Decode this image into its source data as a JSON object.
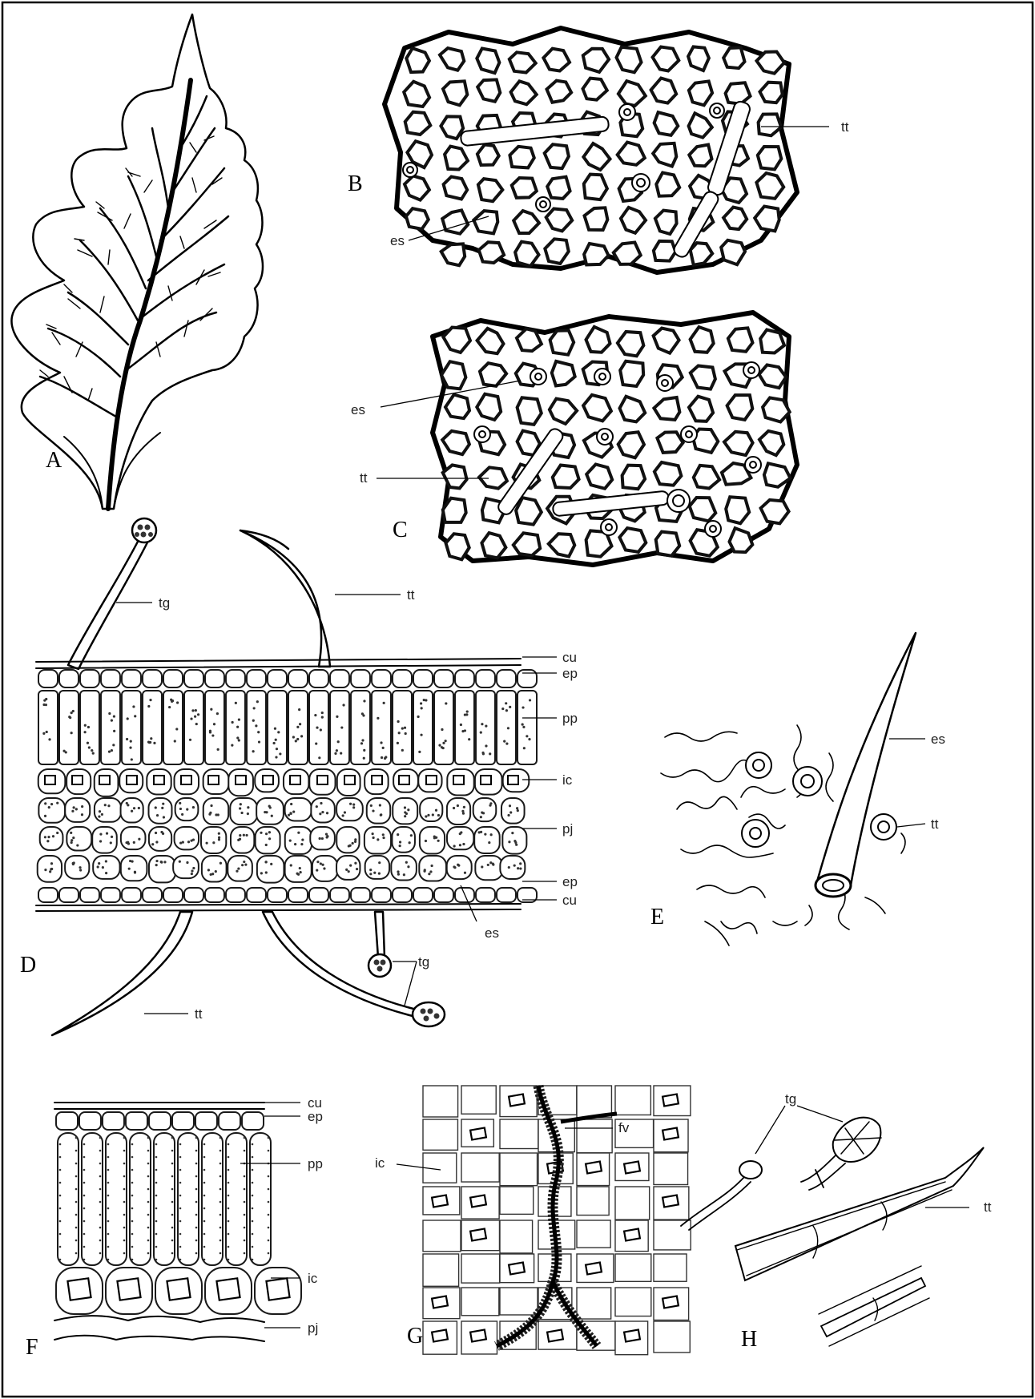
{
  "panels": {
    "A": {
      "label": "A"
    },
    "B": {
      "label": "B",
      "annotations": [
        "tt",
        "es"
      ]
    },
    "C": {
      "label": "C",
      "annotations": [
        "es",
        "tt"
      ]
    },
    "D": {
      "label": "D",
      "annotations": [
        "tg",
        "tt",
        "cu",
        "ep",
        "pp",
        "ic",
        "pj",
        "ep",
        "cu",
        "es",
        "tg",
        "tt"
      ]
    },
    "E": {
      "label": "E",
      "annotations": [
        "es",
        "tt"
      ]
    },
    "F": {
      "label": "F",
      "annotations": [
        "cu",
        "ep",
        "pp",
        "ic",
        "pj"
      ]
    },
    "G": {
      "label": "G",
      "annotations": [
        "fv",
        "ic"
      ]
    },
    "H": {
      "label": "H",
      "annotations": [
        "tg",
        "tt"
      ]
    }
  }
}
